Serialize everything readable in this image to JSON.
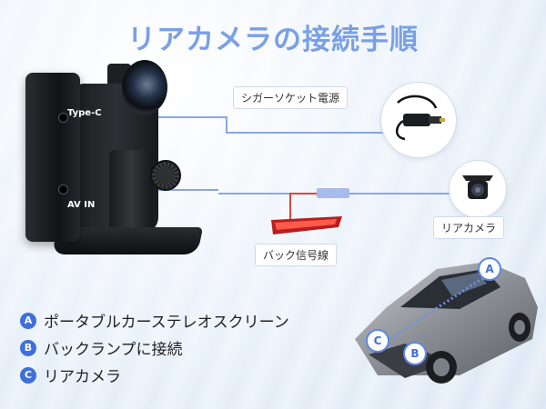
{
  "title": "リアカメラの接続手順",
  "ports": {
    "typec": "Type-C",
    "avin": "AV IN"
  },
  "labels": {
    "cigarette": "シガーソケット電源",
    "rear_camera": "リアカメラ",
    "reverse_wire": "バック信号線"
  },
  "legend": [
    {
      "badge": "A",
      "text": "ポータブルカーステレオスクリーン"
    },
    {
      "badge": "B",
      "text": "バックランプに接続"
    },
    {
      "badge": "C",
      "text": "リアカメラ"
    }
  ],
  "car_markers": [
    "A",
    "B",
    "C"
  ],
  "colors": {
    "accent": "#3f6fd9",
    "title": "#79a0e6",
    "wire": "#8aa6e8",
    "red_wire": "#e0453a"
  }
}
